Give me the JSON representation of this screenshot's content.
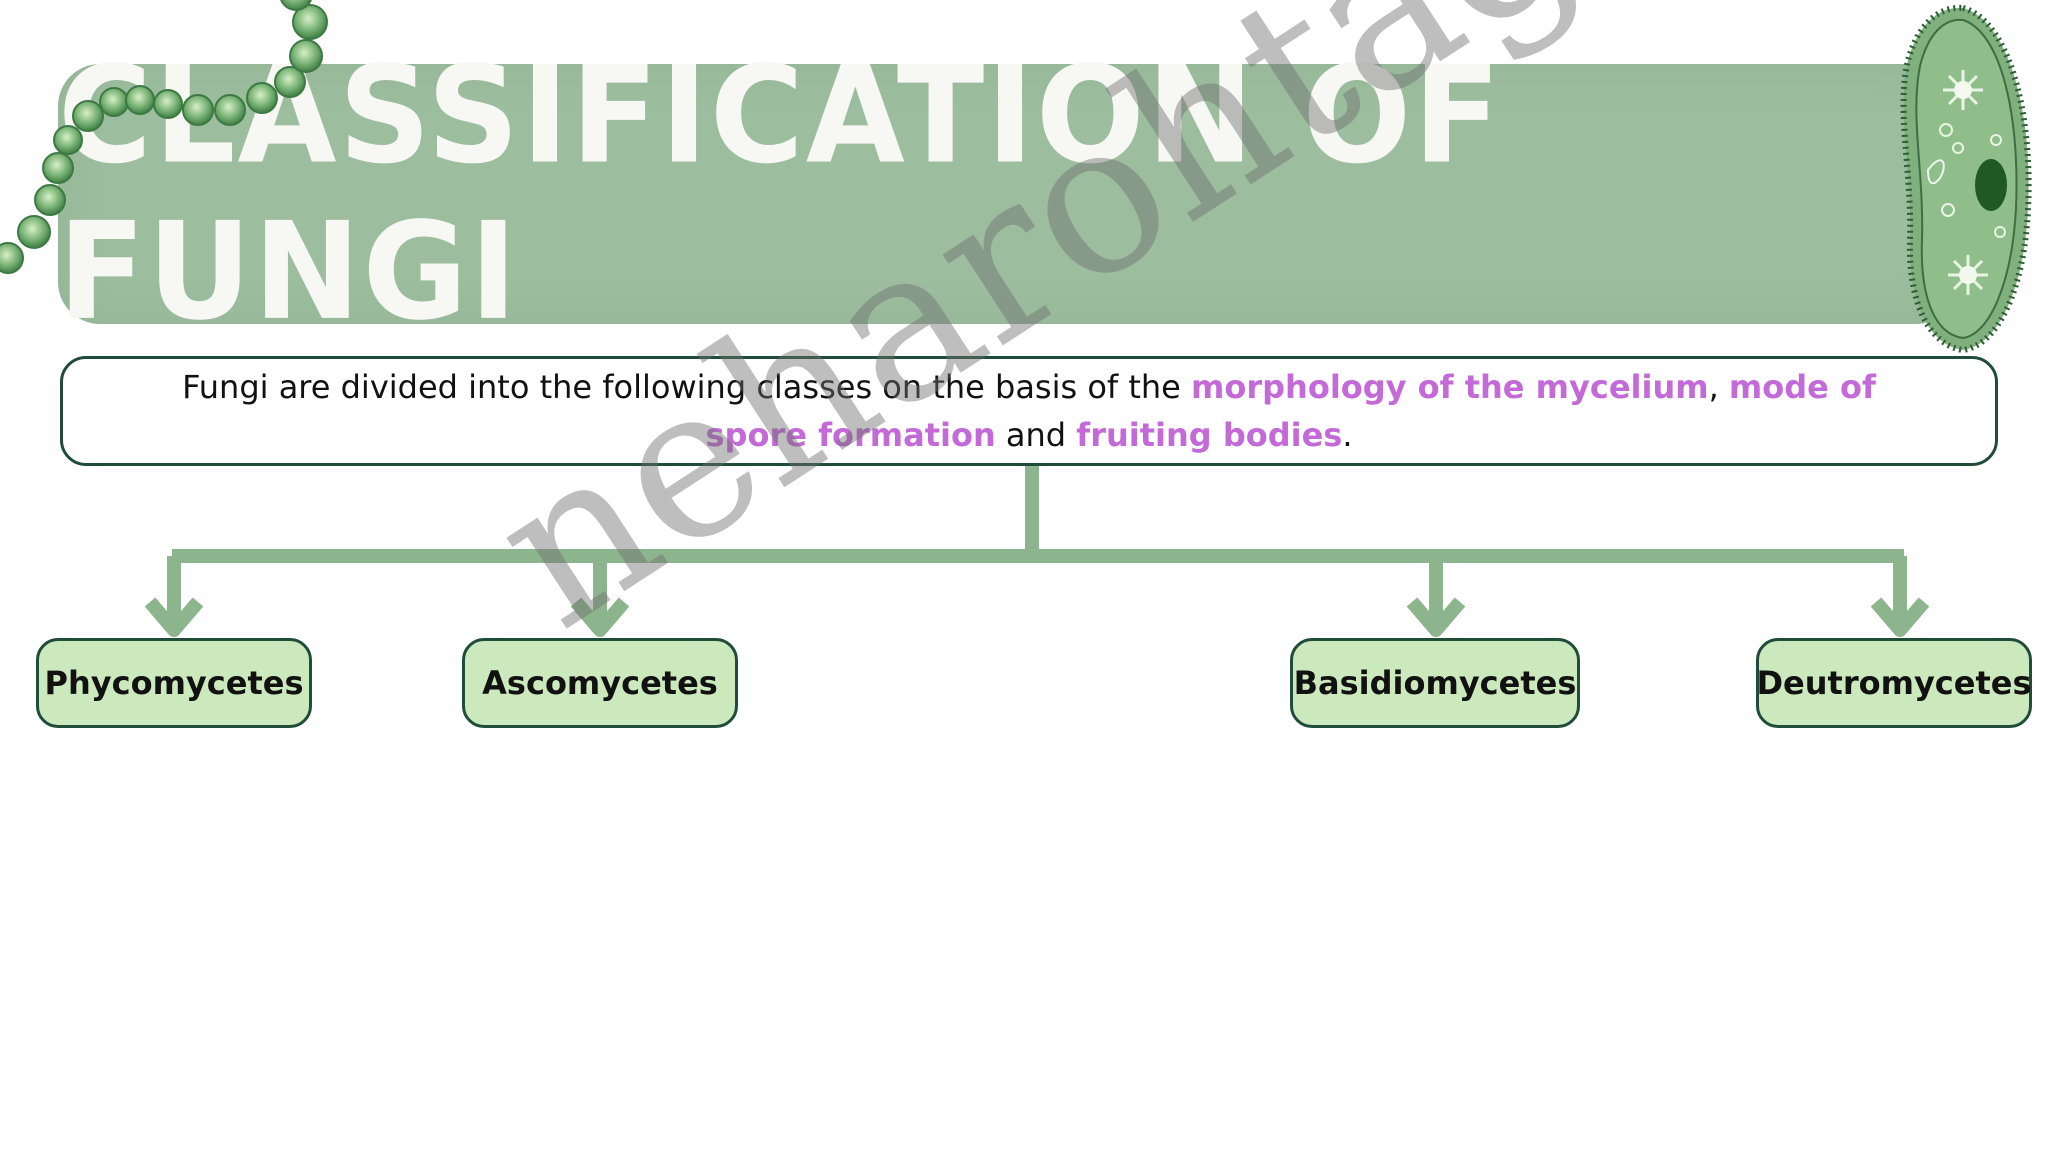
{
  "title": "CLASSIFICATION OF FUNGI",
  "description": {
    "parts": [
      {
        "text": "Fungi are divided into the following classes on the basis of the ",
        "highlight": false
      },
      {
        "text": "morphology of the mycelium",
        "highlight": true
      },
      {
        "text": ", ",
        "highlight": false
      },
      {
        "text": "mode of spore formation",
        "highlight": true
      },
      {
        "text": " and ",
        "highlight": false
      },
      {
        "text": "fruiting bodies",
        "highlight": true
      },
      {
        "text": ".",
        "highlight": false
      }
    ]
  },
  "classes": [
    {
      "label": "Phycomycetes"
    },
    {
      "label": "Ascomycetes"
    },
    {
      "label": "Basidiomycetes"
    },
    {
      "label": "Deutromycetes"
    }
  ],
  "watermark": "neharohtagi",
  "colors": {
    "banner": "#9cbd9e",
    "connector": "#8db58d",
    "node_fill": "#cce8bd",
    "node_border": "#1f4d3a",
    "highlight": "#c46ad8"
  },
  "icons": {
    "top_left": "bead-chain-decoration",
    "top_right": "paramecium-decoration"
  }
}
